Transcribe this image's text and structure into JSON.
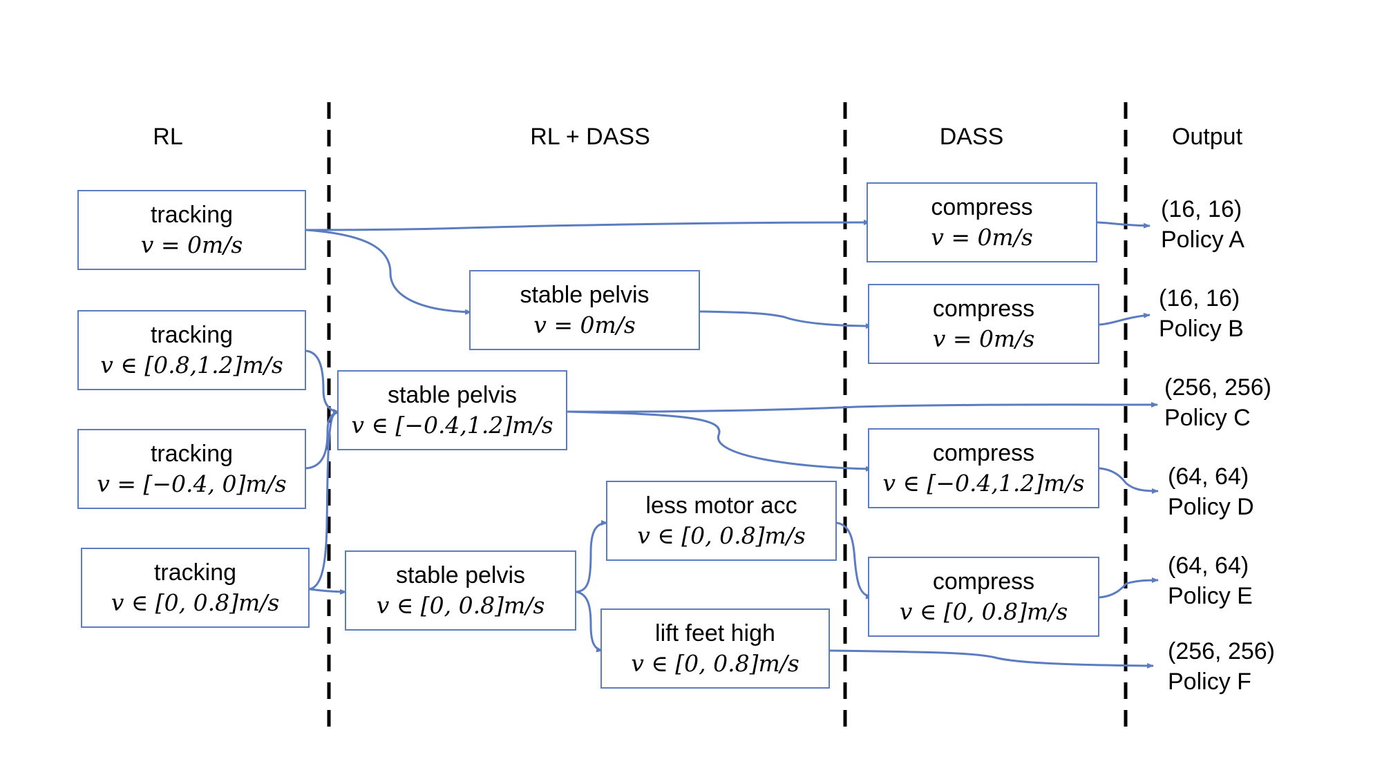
{
  "columns": {
    "rl": "RL",
    "rl_dass": "RL + DASS",
    "dass": "DASS",
    "output": "Output"
  },
  "nodes": {
    "rl_1": {
      "title": "tracking",
      "speed": "v = 0m/s"
    },
    "rl_2": {
      "title": "tracking",
      "speed": "v ∈ [0.8,1.2]m/s"
    },
    "rl_3": {
      "title": "tracking",
      "speed": "v = [−0.4, 0]m/s"
    },
    "rl_4": {
      "title": "tracking",
      "speed": "v ∈ [0, 0.8]m/s"
    },
    "mid_1": {
      "title": "stable pelvis",
      "speed": "v = 0m/s"
    },
    "mid_2": {
      "title": "stable pelvis",
      "speed": "v ∈ [−0.4,1.2]m/s"
    },
    "mid_3": {
      "title": "stable pelvis",
      "speed": "v ∈ [0, 0.8]m/s"
    },
    "mid_4": {
      "title": "less motor acc",
      "speed": "v ∈ [0, 0.8]m/s"
    },
    "mid_5": {
      "title": "lift feet high",
      "speed": "v ∈ [0, 0.8]m/s"
    },
    "dass_1": {
      "title": "compress",
      "speed": "v = 0m/s"
    },
    "dass_2": {
      "title": "compress",
      "speed": "v = 0m/s"
    },
    "dass_3": {
      "title": "compress",
      "speed": "v ∈ [−0.4,1.2]m/s"
    },
    "dass_4": {
      "title": "compress",
      "speed": "v ∈ [0, 0.8]m/s"
    }
  },
  "outputs": {
    "a": {
      "size": "(16, 16)",
      "name": "Policy A"
    },
    "b": {
      "size": "(16, 16)",
      "name": "Policy B"
    },
    "c": {
      "size": "(256, 256)",
      "name": "Policy C"
    },
    "d": {
      "size": "(64, 64)",
      "name": "Policy D"
    },
    "e": {
      "size": "(64, 64)",
      "name": "Policy E"
    },
    "f": {
      "size": "(256, 256)",
      "name": "Policy F"
    }
  },
  "colors": {
    "box_border": "#5B7CC0",
    "arrow": "#5B7CC0",
    "divider": "#000000"
  }
}
